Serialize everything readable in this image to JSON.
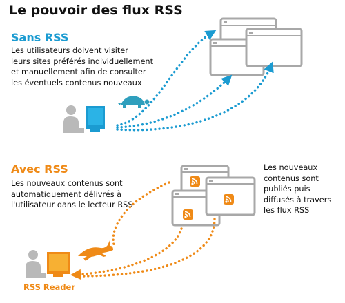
{
  "title": "Le pouvoir des flux RSS",
  "without_rss": {
    "heading": "Sans RSS",
    "text": "Les utilisateurs doivent visiter\nleurs sites préférés individuellement\net manuellement afin de consulter\nles éventuels contenus nouveaux"
  },
  "with_rss": {
    "heading": "Avec RSS",
    "text": "Les nouveaux contenus sont\nautomatiquement délivrés à\nl'utilisateur dans le lecteur RSS"
  },
  "side_note": "Les nouveaux\ncontenus sont\npubliés puis\ndiffusés à travers\nles flux RSS",
  "reader_label": "RSS Reader",
  "colors": {
    "blue": "#1b9bd1",
    "orange": "#ef8a17",
    "person": "#b9b9b9",
    "window_border": "#a8a8a8",
    "turtle": "#2f9fbd",
    "hare": "#ef8a17"
  },
  "icons": [
    "user-icon",
    "monitor-icon",
    "turtle-icon",
    "hare-icon",
    "browser-window-icon",
    "rss-feed-icon"
  ]
}
